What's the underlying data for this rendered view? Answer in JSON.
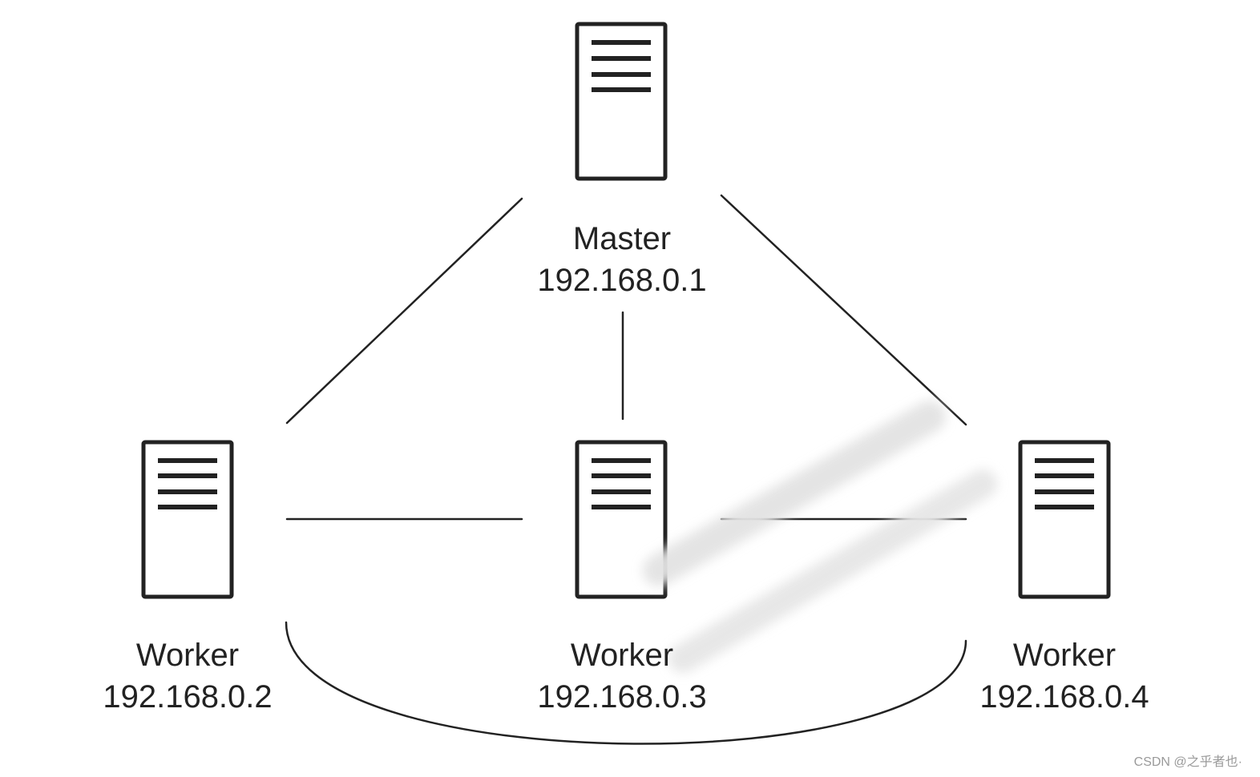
{
  "diagram": {
    "colors": {
      "stroke": "#222222",
      "background": "#ffffff",
      "smudge": "#e6e6e6"
    },
    "icons": {
      "server": "server-icon"
    },
    "nodes": {
      "master": {
        "role": "Master",
        "ip": "192.168.0.1"
      },
      "worker_2": {
        "role": "Worker",
        "ip": "192.168.0.2"
      },
      "worker_3": {
        "role": "Worker",
        "ip": "192.168.0.3"
      },
      "worker_4": {
        "role": "Worker",
        "ip": "192.168.0.4"
      }
    },
    "connections": [
      {
        "from": "master",
        "to": "worker_2"
      },
      {
        "from": "master",
        "to": "worker_3"
      },
      {
        "from": "master",
        "to": "worker_4"
      },
      {
        "from": "worker_2",
        "to": "worker_3"
      },
      {
        "from": "worker_3",
        "to": "worker_4"
      },
      {
        "from": "worker_2",
        "to": "worker_4"
      }
    ]
  },
  "watermark": "CSDN @之乎者也·"
}
